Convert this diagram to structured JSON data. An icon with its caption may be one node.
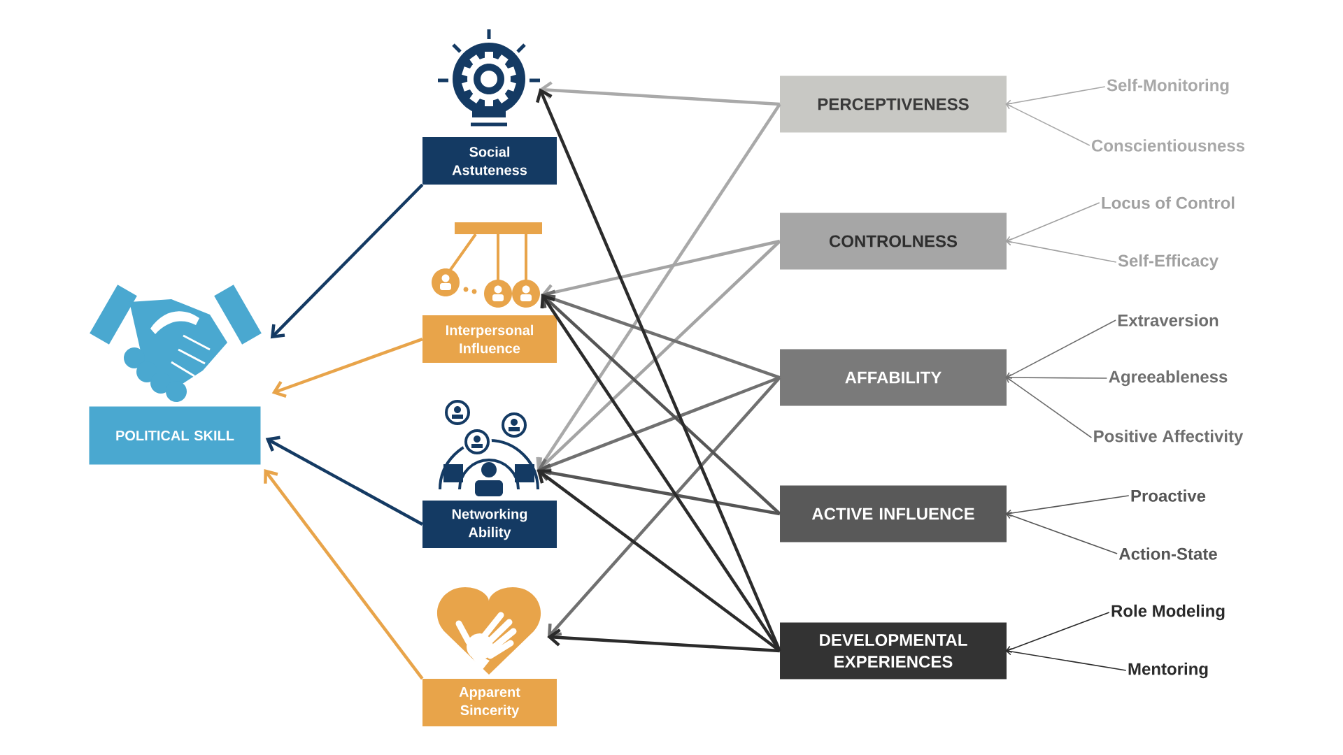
{
  "diagram": {
    "nodes": [
      {
        "text": [],
        "shape": "picture"
      },
      {
        "text": [
          "POLITICAL SKILL"
        ]
      },
      {
        "text": [],
        "shape": "picture"
      },
      {
        "text": [
          "Social Astuteness"
        ]
      },
      {
        "text": [],
        "shape": "picture"
      },
      {
        "text": [
          "Interpersonal Influence"
        ]
      },
      {
        "text": [],
        "shape": "picture"
      },
      {
        "text": [
          "Networking Ability"
        ]
      },
      {
        "text": [],
        "shape": "picture"
      },
      {
        "text": [
          "Apparent Sincerity"
        ]
      },
      {
        "text": [
          "PERCEPTIVENESS"
        ]
      },
      {
        "text": [
          "CONTROLNESS"
        ]
      },
      {
        "text": [
          "AFFABILITY"
        ]
      },
      {
        "text": [
          "ACTIVE INFLUENCE"
        ]
      },
      {
        "text": [
          "DEVELOPMENTAL EXPERIENCES"
        ]
      },
      {
        "text": [
          "Self-Monitoring"
        ]
      },
      {
        "text": [
          "Conscientiousness"
        ]
      },
      {
        "text": [
          "Locus of Control"
        ]
      },
      {
        "text": [
          "Self-Efficacy"
        ]
      },
      {
        "text": [
          "Extraversion"
        ]
      },
      {
        "text": [
          "Agreeableness"
        ]
      },
      {
        "text": [
          "Positive Affectivity"
        ]
      },
      {
        "text": [
          "Proactive"
        ]
      },
      {
        "text": [
          "Action-State"
        ]
      },
      {
        "text": [
          "Role Modeling"
        ]
      },
      {
        "text": [
          "Mentoring"
        ]
      }
    ],
    "edges": [
      {
        "from": 3,
        "to": 0,
        "arrow": "to",
        "color": "#143a63"
      },
      {
        "from": 5,
        "to": 0,
        "arrow": "to",
        "color": "#e8a44a"
      },
      {
        "from": 7,
        "to": 1,
        "arrow": "to",
        "color": "#143a63"
      },
      {
        "from": 9,
        "to": 1,
        "arrow": "to",
        "color": "#e8a44a"
      },
      {
        "from": 10,
        "to": 2,
        "arrow": "to",
        "color": "#a9a9a9"
      },
      {
        "from": 10,
        "to": 6,
        "arrow": "to",
        "color": "#a9a9a9"
      },
      {
        "from": 11,
        "to": 4,
        "arrow": "to",
        "color": "#a4a4a4"
      },
      {
        "from": 11,
        "to": 6,
        "arrow": "to",
        "color": "#a4a4a4"
      },
      {
        "from": 12,
        "to": 4,
        "arrow": "to",
        "color": "#707070"
      },
      {
        "from": 12,
        "to": 6,
        "arrow": "to",
        "color": "#707070"
      },
      {
        "from": 12,
        "to": 8,
        "arrow": "to",
        "color": "#707070"
      },
      {
        "from": 13,
        "to": 4,
        "arrow": "to",
        "color": "#555555"
      },
      {
        "from": 13,
        "to": 6,
        "arrow": "to",
        "color": "#555555"
      },
      {
        "from": 14,
        "to": 2,
        "arrow": "to",
        "color": "#2b2b2b"
      },
      {
        "from": 14,
        "to": 4,
        "arrow": "to",
        "color": "#2b2b2b"
      },
      {
        "from": 14,
        "to": 6,
        "arrow": "to",
        "color": "#2b2b2b"
      },
      {
        "from": 14,
        "to": 8,
        "arrow": "to",
        "color": "#2b2b2b"
      },
      {
        "from": 15,
        "to": 10,
        "arrow": "to",
        "color": "#a8a8a8"
      },
      {
        "from": 16,
        "to": 10,
        "arrow": "to",
        "color": "#a8a8a8"
      },
      {
        "from": 17,
        "to": 11,
        "arrow": "to",
        "color": "#a0a0a0"
      },
      {
        "from": 18,
        "to": 11,
        "arrow": "to",
        "color": "#a0a0a0"
      },
      {
        "from": 19,
        "to": 12,
        "arrow": "to",
        "color": "#6e6e6e"
      },
      {
        "from": 20,
        "to": 12,
        "arrow": "to",
        "color": "#6e6e6e"
      },
      {
        "from": 21,
        "to": 12,
        "arrow": "to",
        "color": "#6e6e6e"
      },
      {
        "from": 22,
        "to": 13,
        "arrow": "to",
        "color": "#555555"
      },
      {
        "from": 23,
        "to": 13,
        "arrow": "to",
        "color": "#555555"
      },
      {
        "from": 24,
        "to": 14,
        "arrow": "to",
        "color": "#2a2a2a"
      },
      {
        "from": 25,
        "to": 14,
        "arrow": "to",
        "color": "#2a2a2a"
      }
    ]
  }
}
